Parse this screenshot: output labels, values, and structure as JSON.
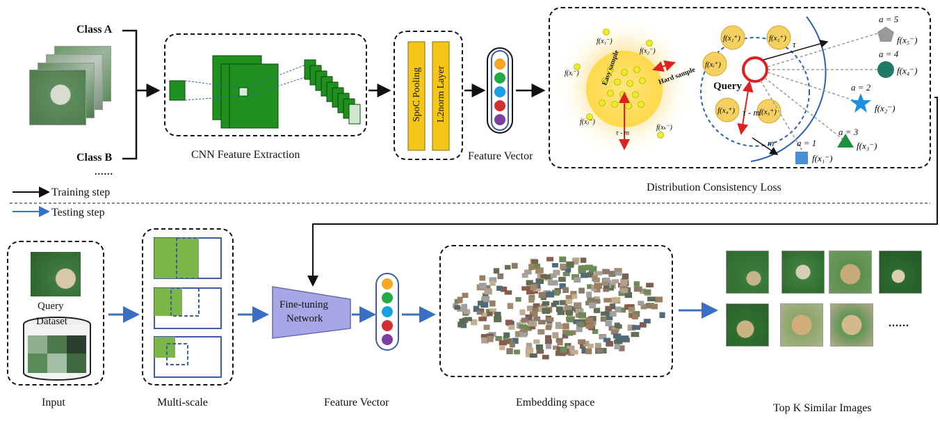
{
  "training": {
    "class_a": "Class A",
    "class_b": "Class B",
    "ellipsis": "......",
    "cnn_label": "CNN Feature Extraction",
    "spoc_pooling": "SpoC Pooling",
    "l2_norm": "L2norm Layer",
    "feature_vector": "Feature Vector",
    "dcl_label": "Distribution Consistency Loss",
    "easy_sample": "Easy sample",
    "hard_sample": "Hard sample",
    "query": "Query",
    "tau_minus_m": "τ - m",
    "tau": "τ",
    "m": "m",
    "a1": "a = 1",
    "a2": "a = 2",
    "a3": "a = 3",
    "a4": "a = 4",
    "a5": "a = 5"
  },
  "legend": {
    "training_step": "Training step",
    "testing_step": "Testing step"
  },
  "testing": {
    "query_label": "Query",
    "dataset_label": "Dataset",
    "input_label": "Input",
    "multiscale_label": "Multi-scale",
    "finetune_line1": "Fine-tuning",
    "finetune_line2": "Network",
    "feature_vector": "Feature Vector",
    "embedding_label": "Embedding space",
    "topk_label": "Top K Similar Images",
    "ellipsis": "......"
  },
  "colors": {
    "green": "#1f8f1f",
    "yellow": "#f5c518",
    "blue_arrow": "#3a6fc4",
    "red": "#e02020"
  },
  "vector_dots": [
    "#f5a623",
    "#22aa44",
    "#1aa0e0",
    "#d03030",
    "#7b3fa0"
  ]
}
